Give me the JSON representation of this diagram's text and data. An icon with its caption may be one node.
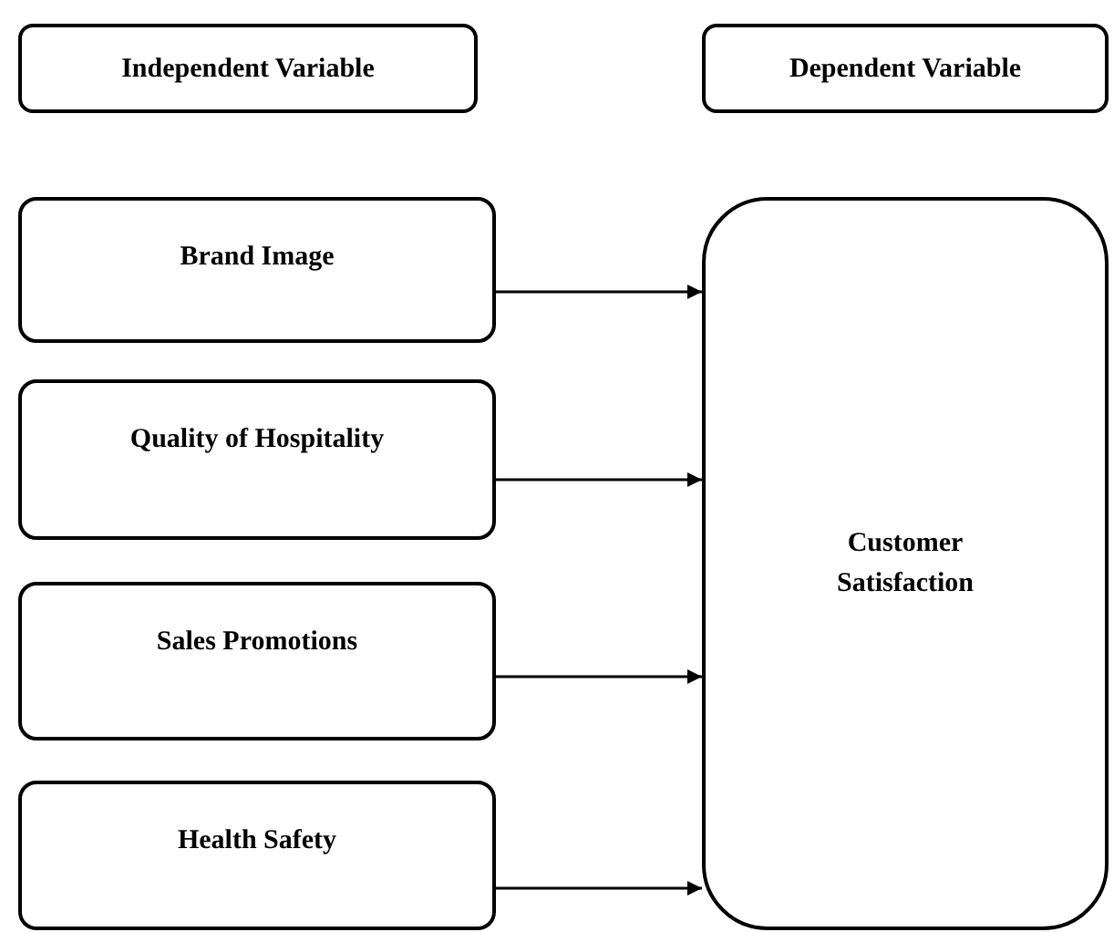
{
  "diagram": {
    "nodes": [
      {
        "text": [
          "Independent Variable"
        ]
      },
      {
        "text": [
          "Dependent Variable"
        ]
      },
      {
        "text": [
          "Brand Image"
        ]
      },
      {
        "text": [
          "Quality of Hospitality"
        ]
      },
      {
        "text": [
          "Sales Promotions"
        ]
      },
      {
        "text": [
          "Health Safety"
        ]
      },
      {
        "text": [
          "Customer Satisfaction"
        ]
      }
    ],
    "edges": [
      {
        "from": 2,
        "to": 6,
        "arrow": "to"
      },
      {
        "from": 3,
        "to": 6,
        "arrow": "to"
      },
      {
        "from": 4,
        "to": 6,
        "arrow": "to"
      },
      {
        "from": 5,
        "to": 6,
        "arrow": "to"
      }
    ]
  }
}
